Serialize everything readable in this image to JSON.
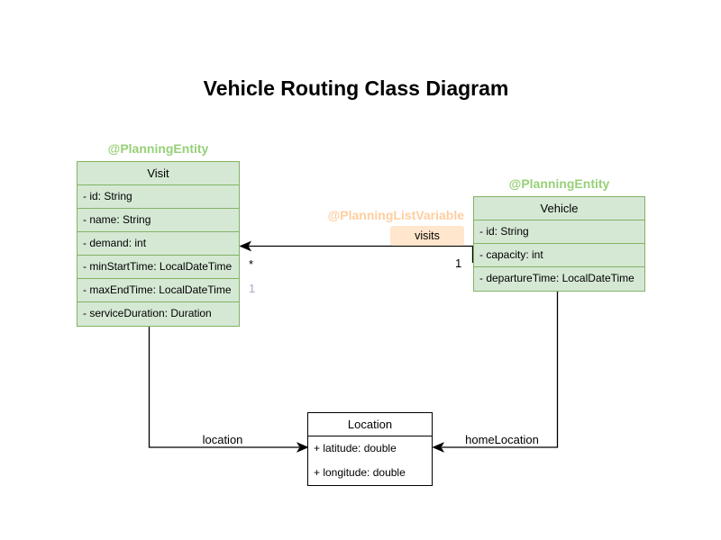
{
  "title": "Vehicle Routing Class Diagram",
  "colors": {
    "title_color": "#000000",
    "class_fill": "#d5e8d4",
    "class_stroke": "#82b366",
    "entity_annotation": "#97d077",
    "list_annotation": "#ffce9f",
    "badge_fill": "#ffe6cc",
    "index_color": "#b3a2c7",
    "line_color": "#000000",
    "location_fill": "#ffffff",
    "location_stroke": "#000000"
  },
  "annotations": {
    "visit_entity": "@PlanningEntity",
    "vehicle_entity": "@PlanningEntity",
    "list_variable": "@PlanningListVariable"
  },
  "classes": {
    "visit": {
      "name": "Visit",
      "attributes": [
        "- id: String",
        "- name: String",
        "- demand: int",
        "- minStartTime: LocalDateTime",
        "- maxEndTime: LocalDateTime",
        "- serviceDuration: Duration"
      ]
    },
    "vehicle": {
      "name": "Vehicle",
      "attributes": [
        "- id: String",
        "- capacity: int",
        "- departureTime: LocalDateTime"
      ]
    },
    "location": {
      "name": "Location",
      "attributes": [
        "+ latitude: double",
        "+ longitude: double"
      ]
    }
  },
  "relations": {
    "visits": {
      "label": "visits",
      "multiplicity_target": "*",
      "multiplicity_source": "1",
      "index_label": "1"
    },
    "location": {
      "label": "location"
    },
    "home_location": {
      "label": "homeLocation"
    }
  }
}
